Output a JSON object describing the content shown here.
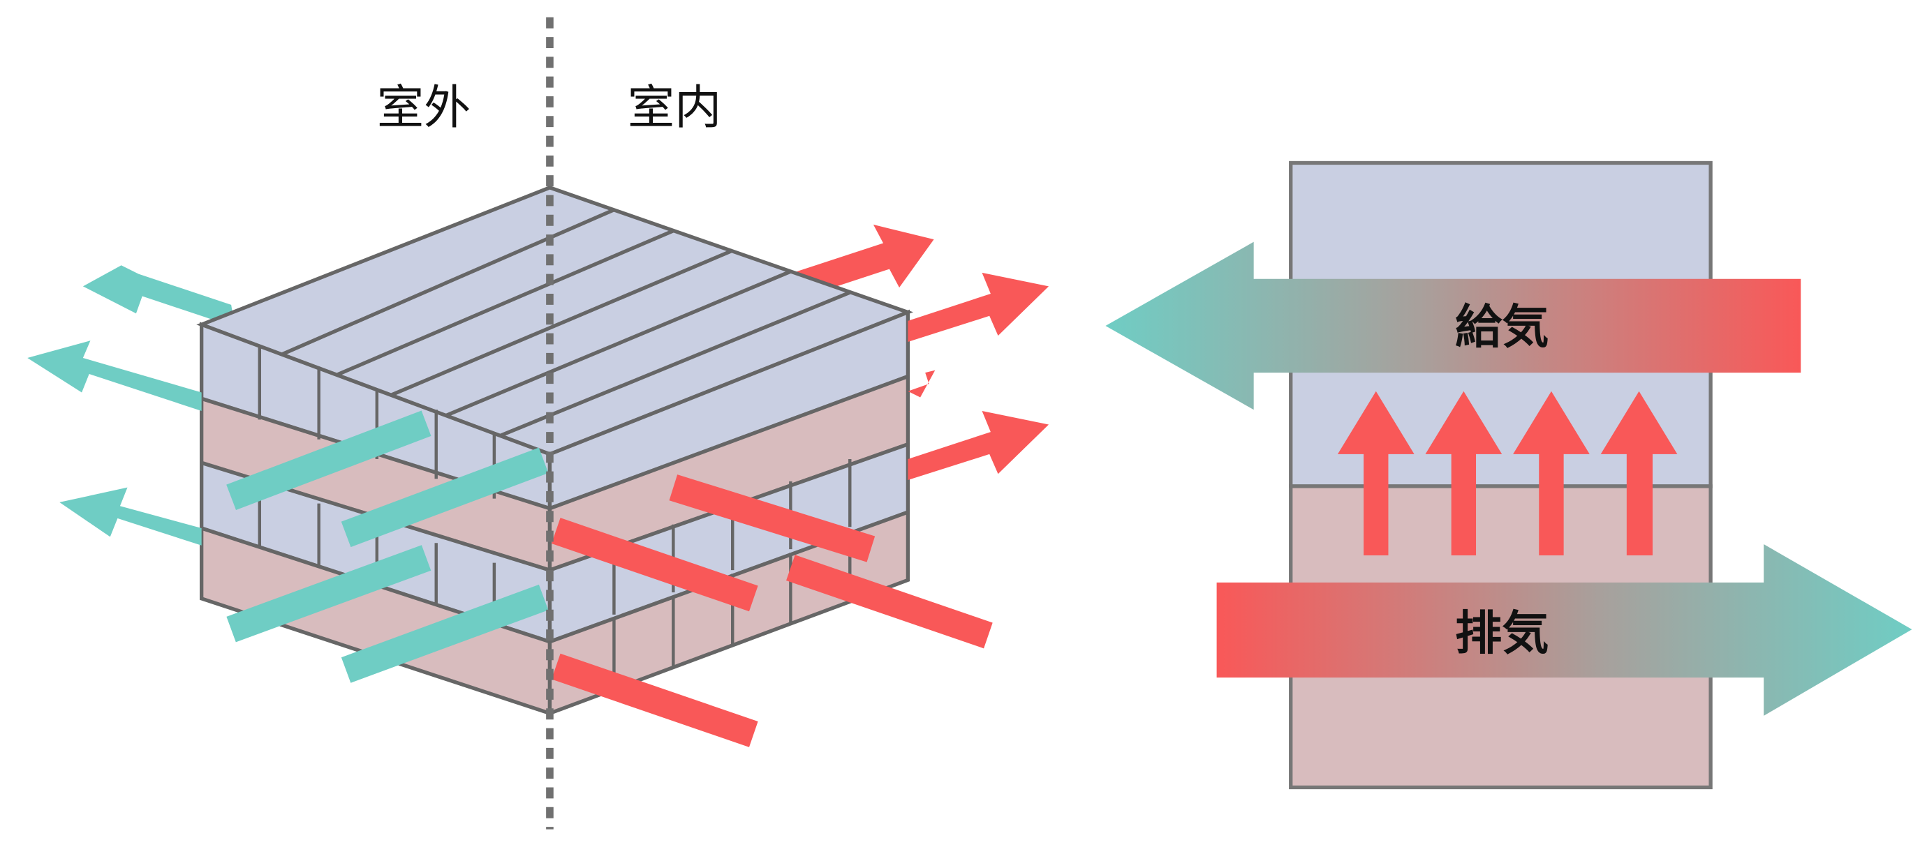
{
  "labels": {
    "outdoor": "室外",
    "indoor": "室内",
    "supply_air": "給気",
    "exhaust_air": "排気"
  },
  "colors": {
    "supply_layer": "#c9cfe2",
    "exhaust_layer": "#d8bcbe",
    "supply_flow": "#6fcdc4",
    "exhaust_flow": "#f95858",
    "outline": "#666666",
    "divider": "#707070"
  }
}
